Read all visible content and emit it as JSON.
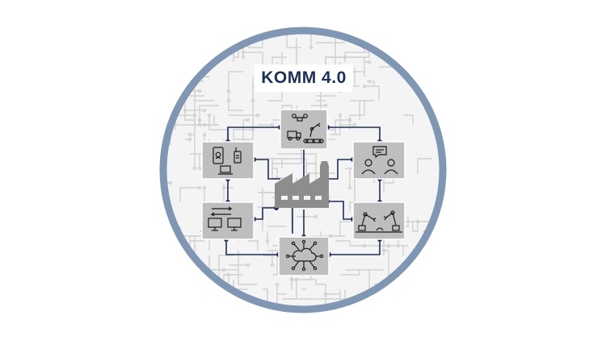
{
  "diagram": {
    "title": "KOMM 4.0",
    "colors": {
      "ring": "#7f97b3",
      "panel": "#bebebe",
      "panel_border": "#ffffff",
      "icon": "#1a1a1a",
      "factory": "#8d8d8d",
      "connector": "#1b2f5c",
      "title_text": "#1b2f5c",
      "circuit_pattern": "#d6d6d6"
    },
    "center": {
      "name": "factory",
      "icon": "factory-icon"
    },
    "nodes": [
      {
        "id": "top",
        "icon": "drone-robot-arm-vehicle-icon"
      },
      {
        "id": "upper-left",
        "icon": "tablet-radio-laptop-icon"
      },
      {
        "id": "upper-right",
        "icon": "people-chat-icon"
      },
      {
        "id": "lower-left",
        "icon": "data-exchange-monitors-icon"
      },
      {
        "id": "lower-right",
        "icon": "industrial-robots-icon"
      },
      {
        "id": "bottom",
        "icon": "cloud-network-icon"
      }
    ]
  }
}
